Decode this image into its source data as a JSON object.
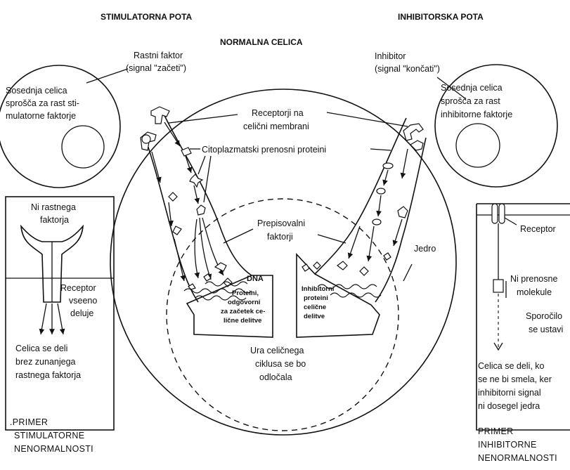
{
  "headers": {
    "stimulatory": "STIMULATORNA POTA",
    "inhibitory": "INHIBITORSKA POTA",
    "normal_cell": "NORMALNA CELICA"
  },
  "growth_factor": [
    "Rastni faktor",
    "(signal \"začeti\")"
  ],
  "inhibitor": [
    "Inhibitor",
    "(signal \"končati\")"
  ],
  "left_neighbor": [
    "Sosednja celica",
    "sprošča za rast sti-",
    "mulatorne faktorje"
  ],
  "right_neighbor": [
    "Sosednja celica",
    "sprošča za rast",
    "inhibitorne faktorje"
  ],
  "receptors_label": [
    "Receptorji na",
    "celični membrani"
  ],
  "cytoplasmic_label": "Citoplazmatski prenosni proteini",
  "transcription_label": [
    "Prepisovalni",
    "faktorji"
  ],
  "nucleus_label": "Jedro",
  "dna_label": "DNA",
  "division_proteins": [
    "Proteini,",
    "odgovorni",
    "za začetek ce-",
    "lične delitve"
  ],
  "inhibitory_proteins": [
    "Inhibitorni",
    "proteini",
    "celične",
    "delitve"
  ],
  "cell_cycle_clock": [
    "Ura celičnega",
    "ciklusa se bo",
    "odločala"
  ],
  "left_panel": {
    "top": [
      "Ni rastnega",
      "faktorja"
    ],
    "receptor": [
      "Receptor",
      "vseeno",
      "deluje"
    ],
    "bottom": [
      "Celica se deli",
      "brez zunanjega",
      "rastnega faktorja"
    ]
  },
  "right_panel": {
    "receptor": "Receptor",
    "no_molecule": [
      "Ni prenosne",
      "molekule"
    ],
    "message_stops": [
      "Sporočilo",
      "se ustavi"
    ],
    "bottom": [
      "Celica se deli, ko",
      "se ne bi smela, ker",
      "inhibitorni signal",
      "ni dosegel jedra"
    ]
  },
  "left_caption": [
    ".PRIMER",
    "STIMULATORNE",
    "NENORMALNOSTI"
  ],
  "right_caption": [
    "PRIMER",
    "INHIBITORNE",
    "NENORMALNOSTI"
  ]
}
